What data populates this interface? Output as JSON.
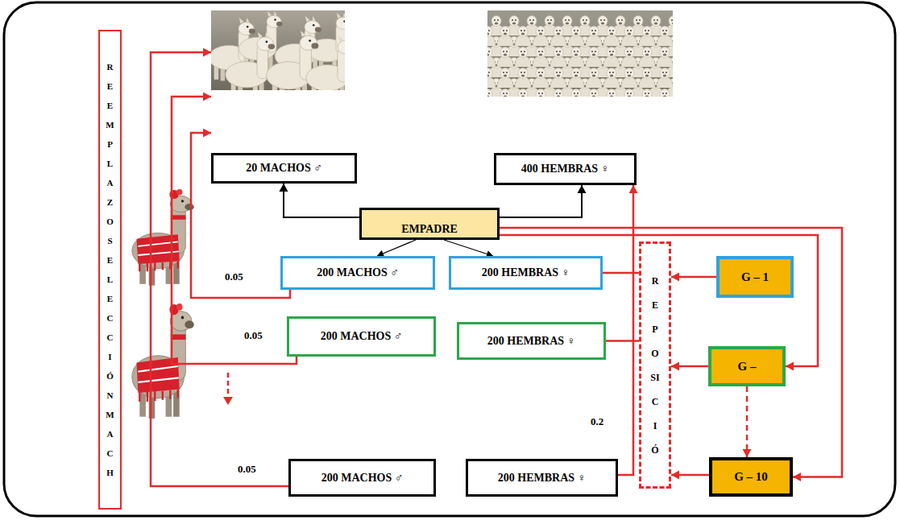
{
  "diagram": {
    "nodes": [
      {
        "text": [
          "REEMPLAZO SELECCIÓN MACH"
        ]
      },
      {
        "text": [
          "20 MACHOS ♂"
        ]
      },
      {
        "text": [
          "400 HEMBRAS ♀"
        ]
      },
      {
        "text": [
          "EMPADRE"
        ]
      },
      {
        "text": [
          "200 MACHOS ♂"
        ]
      },
      {
        "text": [
          "200 HEMBRAS ♀"
        ]
      },
      {
        "text": [
          "REPOSICIÓ"
        ]
      },
      {
        "text": [
          "G – 1"
        ]
      },
      {
        "text": [
          "200 MACHOS ♂"
        ]
      },
      {
        "text": [
          "200 HEMBRAS ♀"
        ]
      },
      {
        "text": [
          "G –"
        ]
      },
      {
        "text": [
          "200 MACHOS ♂"
        ]
      },
      {
        "text": [
          "200 HEMBRAS ♀"
        ]
      },
      {
        "text": [
          "G – 10"
        ]
      }
    ],
    "edges": [
      {
        "from": 3,
        "to": 1,
        "arrow": "to"
      },
      {
        "from": 3,
        "to": 2,
        "arrow": "to"
      },
      {
        "from": 3,
        "to": 4,
        "arrow": "to"
      },
      {
        "from": 3,
        "to": 5,
        "arrow": "to"
      },
      {
        "from": 3,
        "to": 10,
        "arrow": "to"
      },
      {
        "from": 3,
        "to": 13,
        "arrow": "to"
      },
      {
        "from": 4,
        "to": 1,
        "arrow": "to"
      },
      {
        "from": 8,
        "to": 1,
        "arrow": "to"
      },
      {
        "from": 11,
        "to": 1,
        "arrow": "to"
      },
      {
        "from": 5,
        "to": 6,
        "arrow": "none"
      },
      {
        "from": 9,
        "to": 6,
        "arrow": "none"
      },
      {
        "from": 12,
        "to": 2,
        "arrow": "to"
      },
      {
        "from": 7,
        "to": 6,
        "arrow": "to"
      },
      {
        "from": 10,
        "to": 6,
        "arrow": "to"
      },
      {
        "from": 13,
        "to": 6,
        "arrow": "to"
      },
      {
        "from": 10,
        "to": 13,
        "arrow": "to"
      }
    ],
    "labels": [
      "0.05",
      "0.05",
      "0.05",
      "0.2"
    ]
  }
}
